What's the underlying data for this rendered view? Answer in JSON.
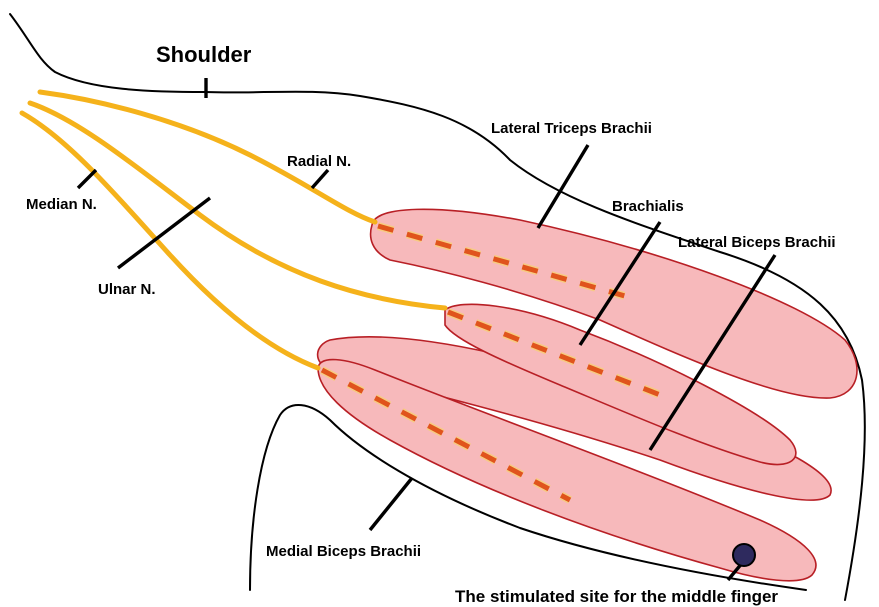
{
  "labels": {
    "shoulder": "Shoulder",
    "radial": "Radial N.",
    "median": "Median N.",
    "ulnar": "Ulnar N.",
    "lateral_triceps": "Lateral Triceps Brachii",
    "brachialis": "Brachialis",
    "lateral_biceps": "Lateral Biceps Brachii",
    "medial_biceps": "Medial Biceps Brachii",
    "stimulated_site": "The stimulated site for the middle finger"
  },
  "colors": {
    "nerve": "#f5b21b",
    "nerve_dash": "#e0541c",
    "muscle_fill": "#f7b9bb",
    "muscle_stroke": "#b81f25",
    "stimulation_dot": "#2e2a5e"
  }
}
